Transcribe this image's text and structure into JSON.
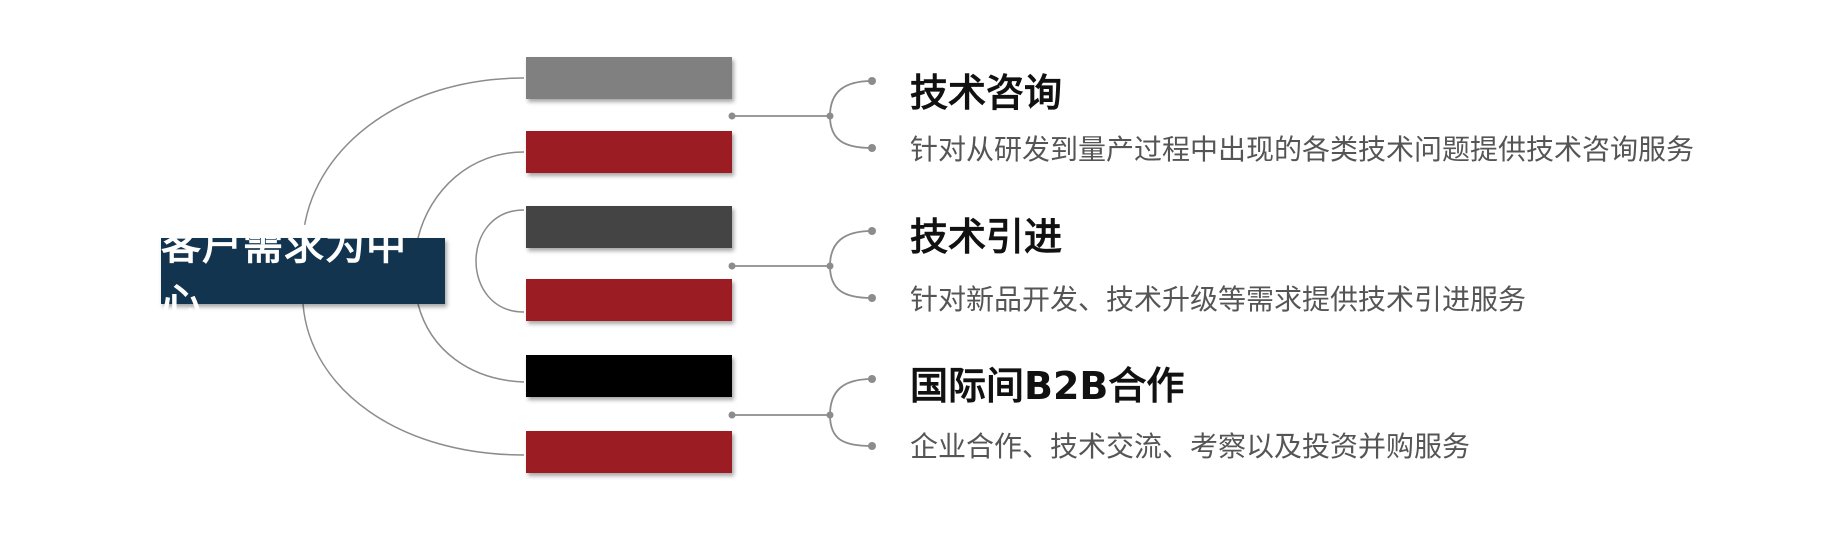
{
  "center": {
    "label": "客户需求为中心"
  },
  "colors": {
    "center_bg": "#12344f",
    "line": "#8c8c8c",
    "bar_gray": "#808080",
    "bar_red": "#9b1d23",
    "bar_dark": "#444444",
    "bar_black": "#000000"
  },
  "items": [
    {
      "title": "技术咨询",
      "desc": "针对从研发到量产过程中出现的各类技术问题提供技术咨询服务"
    },
    {
      "title": "技术引进",
      "desc": "针对新品开发、技术升级等需求提供技术引进服务"
    },
    {
      "title": "国际间B2B合作",
      "desc": "企业合作、技术交流、考察以及投资并购服务"
    }
  ]
}
